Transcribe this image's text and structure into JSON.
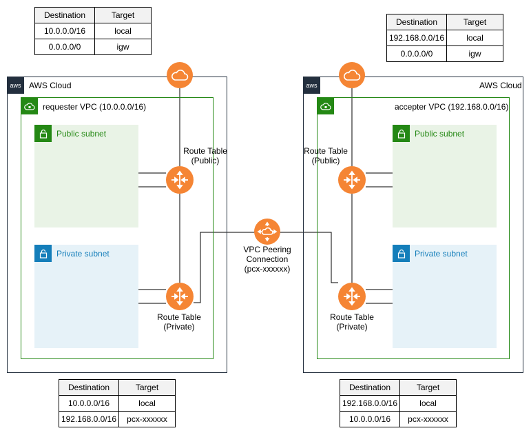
{
  "colors": {
    "aws_dark": "#232f3e",
    "vpc_green": "#248814",
    "private_blue": "#147eba",
    "orange": "#f58534"
  },
  "tables": {
    "left_top": {
      "headers": [
        "Destination",
        "Target"
      ],
      "rows": [
        [
          "10.0.0.0/16",
          "local"
        ],
        [
          "0.0.0.0/0",
          "igw"
        ]
      ]
    },
    "right_top": {
      "headers": [
        "Destination",
        "Target"
      ],
      "rows": [
        [
          "192.168.0.0/16",
          "local"
        ],
        [
          "0.0.0.0/0",
          "igw"
        ]
      ]
    },
    "left_bottom": {
      "headers": [
        "Destination",
        "Target"
      ],
      "rows": [
        [
          "10.0.0.0/16",
          "local"
        ],
        [
          "192.168.0.0/16",
          "pcx-xxxxxx"
        ]
      ]
    },
    "right_bottom": {
      "headers": [
        "Destination",
        "Target"
      ],
      "rows": [
        [
          "192.168.0.0/16",
          "local"
        ],
        [
          "10.0.0.0/16",
          "pcx-xxxxxx"
        ]
      ]
    }
  },
  "left": {
    "cloud_label": "AWS Cloud",
    "vpc_label": "requester VPC (10.0.0.0/16)",
    "public_subnet": "Public subnet",
    "private_subnet": "Private subnet",
    "rt_public": "Route Table\n(Public)",
    "rt_private": "Route Table\n(Private)"
  },
  "right": {
    "cloud_label": "AWS Cloud",
    "vpc_label": "accepter VPC (192.168.0.0/16)",
    "public_subnet": "Public subnet",
    "private_subnet": "Private subnet",
    "rt_public": "Route Table\n(Public)",
    "rt_private": "Route Table\n(Private)"
  },
  "peering": {
    "label": "VPC Peering\nConnection\n(pcx-xxxxxx)"
  },
  "icons": {
    "aws_logo": "aws",
    "vpc": "vpc-cloud-icon",
    "subnet": "lock-icon",
    "igw": "internet-gateway-icon",
    "router": "router-icon",
    "peering": "peering-icon"
  }
}
